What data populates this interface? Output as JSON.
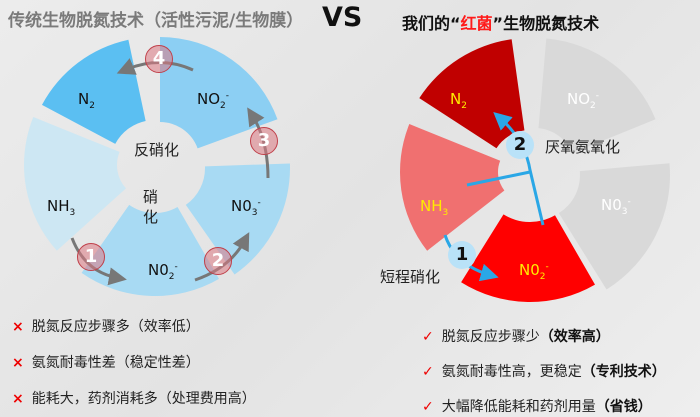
{
  "left": {
    "title": "传统生物脱氮技术（活性污泥/生物膜）",
    "nodes": {
      "n2": "N",
      "n2_sub": "2",
      "no2_top": "NO",
      "no2_top_sub": "2",
      "no2_top_sup": "-",
      "no3": "N0",
      "no3_sub": "3",
      "no3_sup": "-",
      "no2_bot": "N0",
      "no2_bot_sub": "2",
      "no2_bot_sup": "-",
      "nh3": "NH",
      "nh3_sub": "3"
    },
    "center_top": "反硝化",
    "center_bottom_1": "硝",
    "center_bottom_2": "化",
    "steps": [
      "1",
      "2",
      "3",
      "4"
    ],
    "cons": [
      {
        "mark": "×",
        "text": "脱氮反应步骤多（效率低）"
      },
      {
        "mark": "×",
        "text": "氨氮耐毒性差（稳定性差）"
      },
      {
        "mark": "×",
        "text": "能耗大，药剂消耗多（处理费用高）"
      }
    ]
  },
  "vs": "VS",
  "right": {
    "title_pre": "我们的“",
    "title_red": "红菌",
    "title_post": "”生物脱氮技术",
    "nodes": {
      "n2": "N",
      "n2_sub": "2",
      "no2_top": "NO",
      "no2_top_sub": "2",
      "no2_top_sup": "-",
      "no3": "N0",
      "no3_sub": "3",
      "no3_sup": "-",
      "no2_bot": "N0",
      "no2_bot_sub": "2",
      "no2_bot_sup": "-",
      "nh3": "NH",
      "nh3_sub": "3"
    },
    "step1_label": "短程硝化",
    "step2_label": "厌氧氨氧化",
    "steps": [
      "1",
      "2"
    ],
    "pros": [
      {
        "mark": "✓",
        "text": "脱氮反应步骤少",
        "bold": "（效率高）"
      },
      {
        "mark": "✓",
        "text": "氨氮耐毒性高，更稳定",
        "bold": "（专利技术）"
      },
      {
        "mark": "✓",
        "text": "大幅降低能耗和药剂用量",
        "bold": "（省钱）"
      }
    ]
  },
  "colors": {
    "blue_dark": "#5bbff2",
    "blue_mid": "#8ccff3",
    "blue_light": "#a8daf3",
    "blue_pale": "#cde7f3",
    "red_dark": "#c00000",
    "red": "#ff0000",
    "red_pink": "#f07070",
    "gray": "#d9d9d9",
    "arrow_blue": "#2aa7e6"
  }
}
